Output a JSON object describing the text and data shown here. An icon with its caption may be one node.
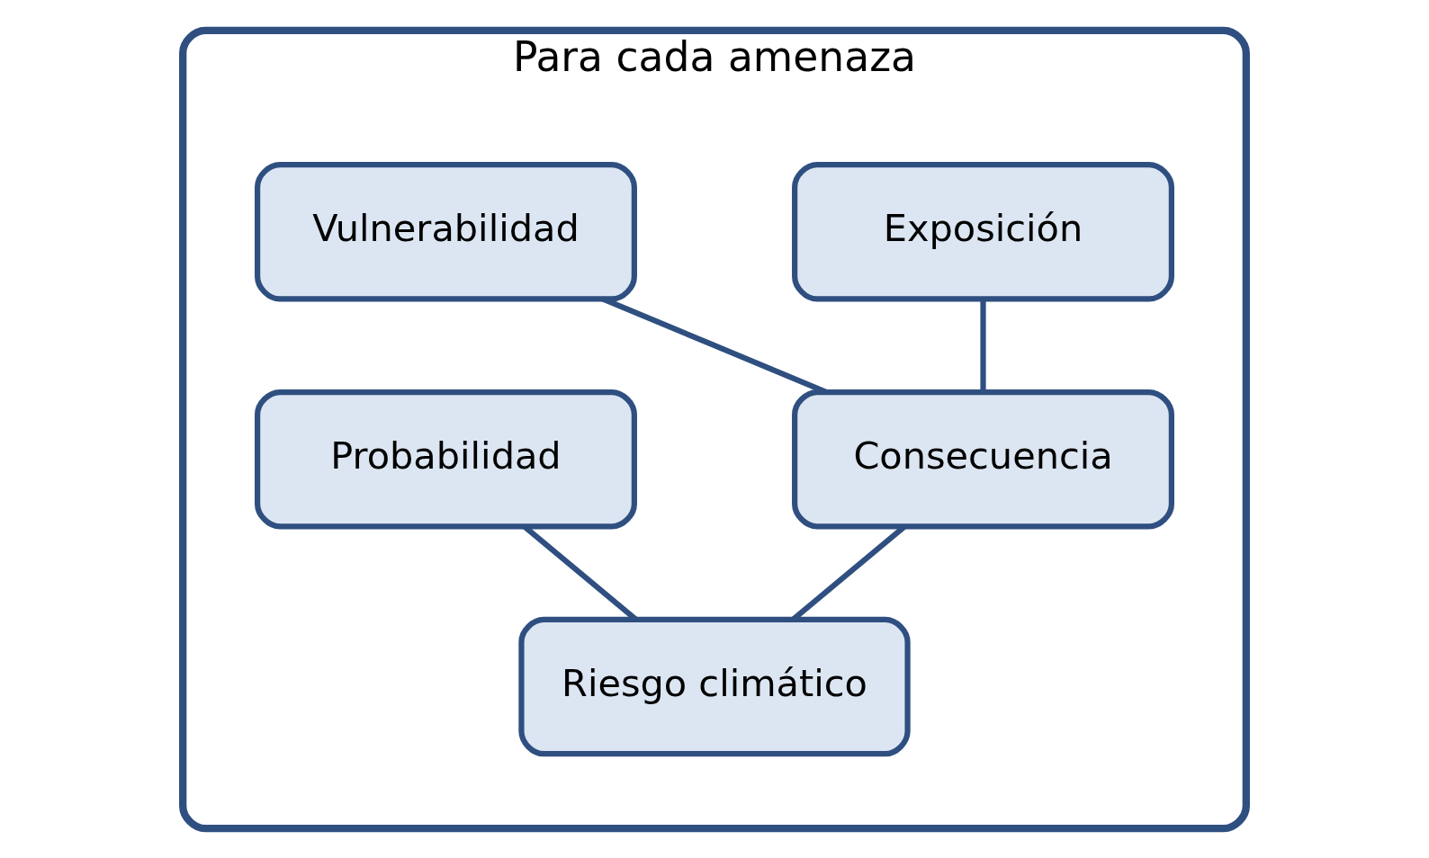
{
  "diagram": {
    "nodes": [
      {
        "text": [
          "Para cada amenaza"
        ]
      },
      {
        "text": [
          "Exposición"
        ],
        "in": 0
      },
      {
        "text": [
          "Vulnerabilidad"
        ],
        "in": 0
      },
      {
        "text": [
          "Consecuencia"
        ],
        "in": 0
      },
      {
        "text": [
          "Probabilidad"
        ],
        "in": 0
      },
      {
        "text": [
          "Riesgo climático"
        ],
        "in": 0
      }
    ],
    "edges": [
      {
        "from": 1,
        "to": 3,
        "arrow": "none"
      },
      {
        "from": 2,
        "to": 3,
        "arrow": "none"
      },
      {
        "from": 3,
        "to": 5,
        "arrow": "none"
      },
      {
        "from": 4,
        "to": 5,
        "arrow": "none"
      }
    ]
  }
}
